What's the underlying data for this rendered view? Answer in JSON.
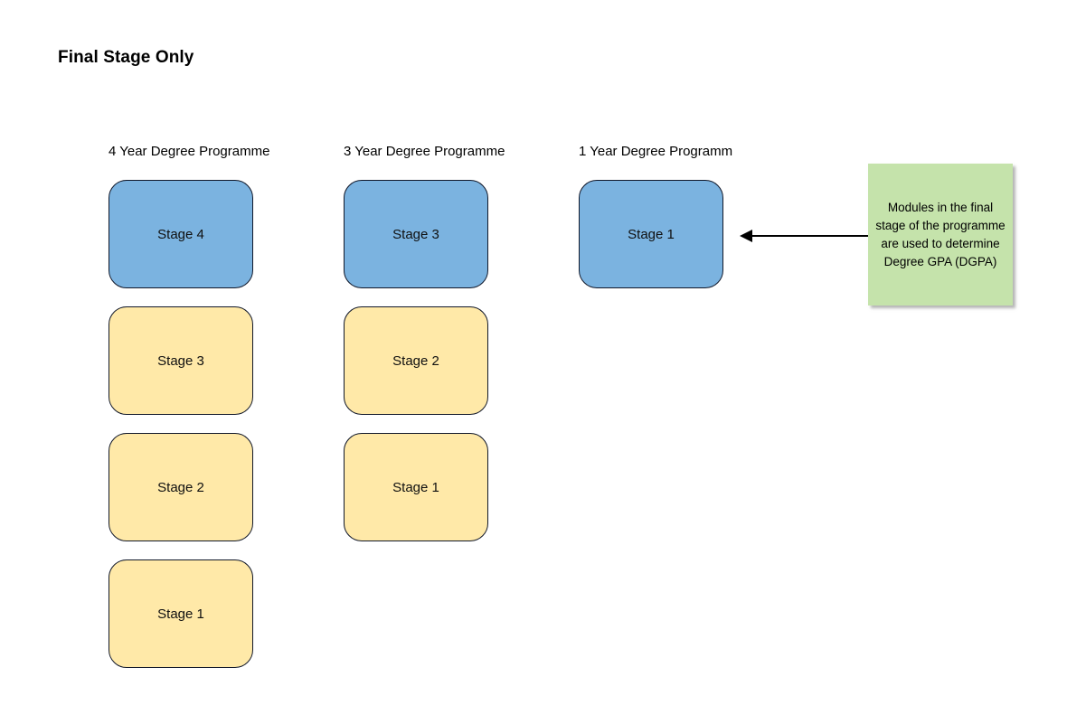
{
  "title": "Final Stage Only",
  "columns": [
    {
      "header": "4 Year Degree Programme",
      "boxes": [
        {
          "label": "Stage 4",
          "variant": "final"
        },
        {
          "label": "Stage 3",
          "variant": "normal"
        },
        {
          "label": "Stage 2",
          "variant": "normal"
        },
        {
          "label": "Stage 1",
          "variant": "normal"
        }
      ]
    },
    {
      "header": "3 Year Degree Programme",
      "boxes": [
        {
          "label": "Stage 3",
          "variant": "final"
        },
        {
          "label": "Stage 2",
          "variant": "normal"
        },
        {
          "label": "Stage 1",
          "variant": "normal"
        }
      ]
    },
    {
      "header": "1 Year Degree Programm",
      "boxes": [
        {
          "label": "Stage 1",
          "variant": "final"
        }
      ]
    }
  ],
  "note": {
    "text": "Modules in the final stage of the programme are used to determine Degree GPA (DGPA)"
  },
  "colors": {
    "final_stage_fill": "#7bb3e0",
    "normal_stage_fill": "#ffe9a8",
    "note_fill": "#c5e3ab",
    "stroke": "#11182a",
    "background": "#ffffff"
  }
}
